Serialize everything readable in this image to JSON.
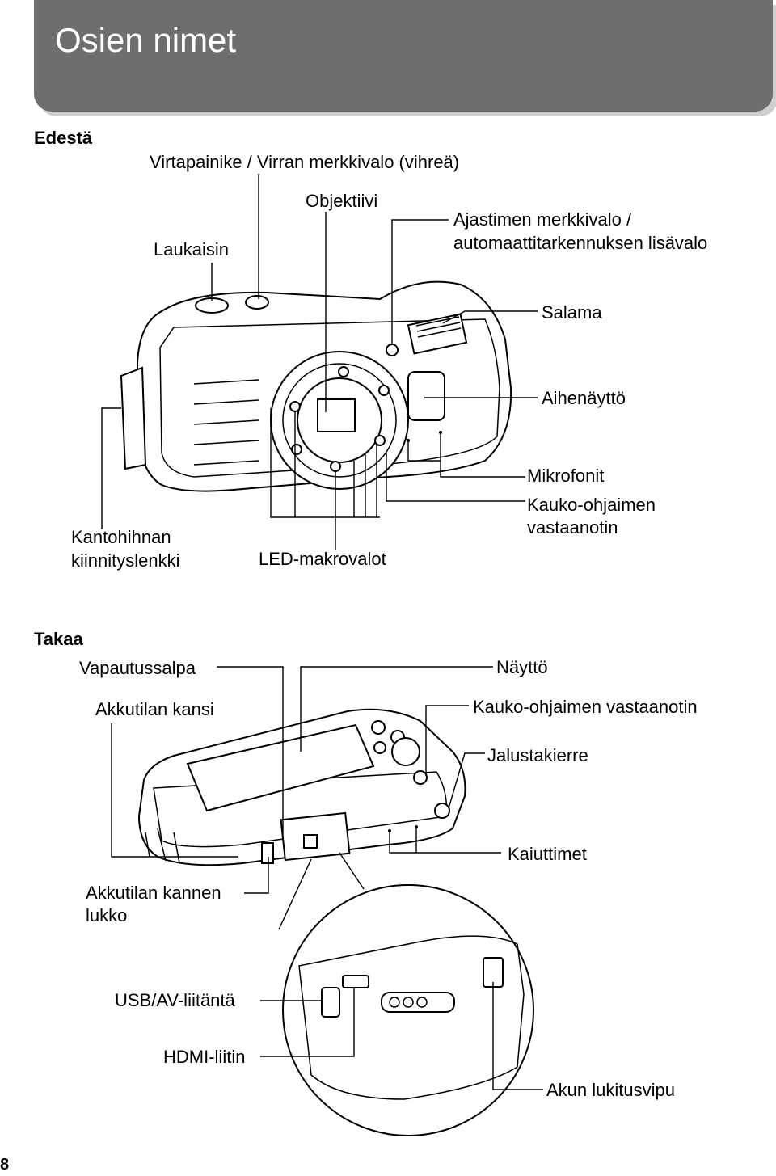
{
  "header": {
    "title": "Osien nimet"
  },
  "front": {
    "heading": "Edestä",
    "labels": {
      "power": "Virtapainike / Virran merkkivalo (vihreä)",
      "lens": "Objektiivi",
      "shutter": "Laukaisin",
      "timer_1": "Ajastimen merkkivalo /",
      "timer_2": "automaattitarkennuksen lisävalo",
      "flash": "Salama",
      "monitor": "Aihenäyttö",
      "strap_1": "Kantohihnan",
      "strap_2": "kiinnityslenkki",
      "led": "LED-makrovalot",
      "mic": "Mikrofonit",
      "remote_1": "Kauko-ohjaimen",
      "remote_2": "vastaanotin"
    }
  },
  "back": {
    "heading": "Takaa",
    "labels": {
      "release": "Vapautussalpa",
      "display": "Näyttö",
      "battery_cover": "Akkutilan kansi",
      "remote": "Kauko-ohjaimen vastaanotin",
      "tripod": "Jalustakierre",
      "speakers": "Kaiuttimet",
      "cover_lock_1": "Akkutilan kannen",
      "cover_lock_2": "lukko",
      "usb": "USB/AV-liitäntä",
      "hdmi": "HDMI-liitin",
      "battery_lock": "Akun lukitusvipu"
    }
  },
  "page": {
    "number": "8"
  }
}
